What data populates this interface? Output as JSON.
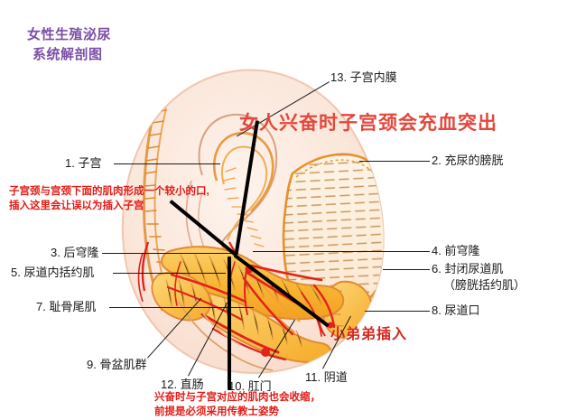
{
  "title": {
    "line1": "女性生殖泌尿",
    "line2": "系统解剖图",
    "color": "#7b4fa8"
  },
  "annotations": {
    "top_heading": "女人兴奋时子宫颈会充血突出",
    "left_note_line1": "子宫颈与宫颈下面的肌肉形成一个较小的口,",
    "left_note_line2": "插入这里会让误以为插入子宫",
    "insert_label": "小弟弟插入",
    "bottom_note_line1": "兴奋时与子宫对应的肌肉也会收缩，",
    "bottom_note_line2": "前提是必须采用传教士姿势",
    "red_color": "#e21b16",
    "heading_color": "#e2483c"
  },
  "labels": {
    "l1": "1. 子宫",
    "l2": "2. 充尿的膀胱",
    "l3": "3. 后穹隆",
    "l4": "4. 前穹隆",
    "l5": "5. 尿道内括约肌",
    "l6a": "6. 封闭尿道肌",
    "l6b": "（膀胱括约肌）",
    "l7": "7. 耻骨尾肌",
    "l8": "8. 尿道口",
    "l9": "9. 骨盆肌群",
    "l10": "10. 肛门",
    "l11": "11. 阴道",
    "l12": "12. 直肠",
    "l13": "13. 子宫内膜"
  },
  "figure": {
    "name": "female-pelvic-anatomy-cross-section",
    "colors": {
      "body_fill": "#fbe9e0",
      "body_edge": "#f2cdbb",
      "bladder_fill": "#fdf1e2",
      "bladder_rim": "#e8912c",
      "muscle_orange": "#f5a623",
      "muscle_yellow": "#fac84a",
      "vessel_red": "#e8221a",
      "hatch": "#c08b52",
      "outline_tan": "#d98f45"
    }
  }
}
